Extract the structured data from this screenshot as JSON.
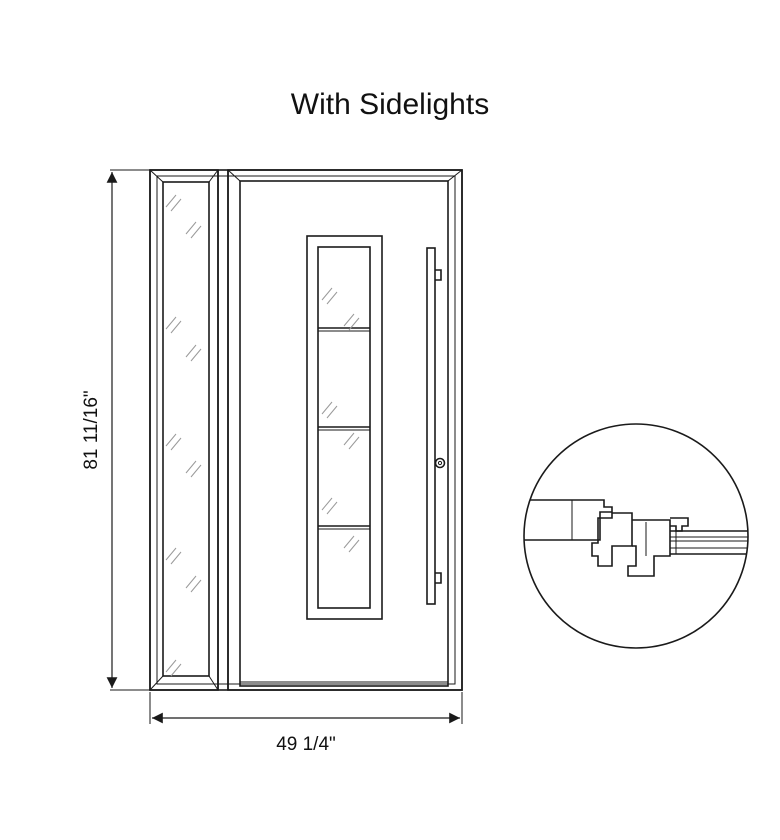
{
  "title": "With Sidelights",
  "dimensions": {
    "height": "81 11/16\"",
    "width": "49 1/4\""
  },
  "colors": {
    "line": "#1a1a1a",
    "background": "#ffffff",
    "glass_hatch": "#9a9a9a"
  }
}
